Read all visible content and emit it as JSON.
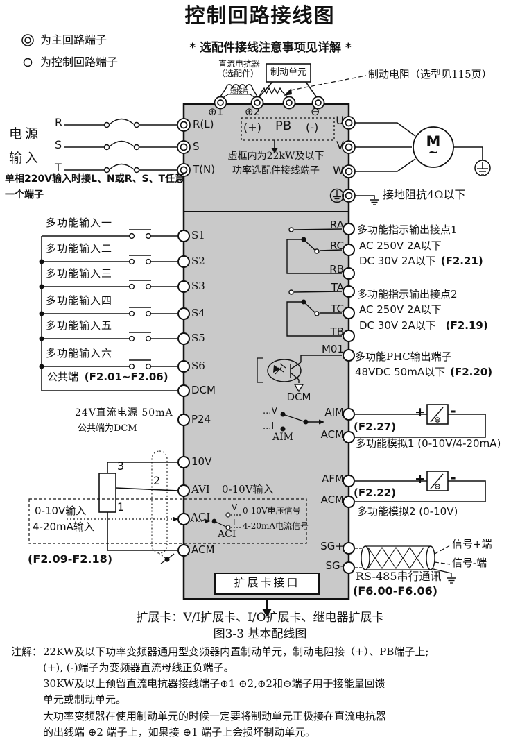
{
  "title": "控制回路接线图",
  "subtitle": "* 选配件接线注意事项见详解 *",
  "legend": {
    "main": "为主回路端子",
    "control": "为控制回路端子"
  },
  "top": {
    "dc_reactor_1": "直流电抗器",
    "dc_reactor_2": "（选配件）",
    "short_bar": "短接片",
    "brake_unit": "制动单元",
    "brake_resistor_note": "制动电阻（选型见115页）",
    "bus_plus1": "⊕1",
    "bus_plus2": "⊕2",
    "bus_minus": "⊖",
    "pb_plus": "(+)",
    "pb": "PB",
    "pb_minus": "(-)",
    "dashed_note_1": "虚框内为22kW及以下",
    "dashed_note_2": "功率选配件接线端子"
  },
  "power": {
    "label_1": "电源",
    "label_2": "输入",
    "phase_r": "R",
    "phase_s": "S",
    "phase_t": "T",
    "note_1": "单相220V输入时接L、N或R、S、T任意",
    "note_2": "一个端子",
    "term_r": "R(L)",
    "term_s": "S",
    "term_t": "T(N)"
  },
  "motor": {
    "m": "M",
    "tilde": "~"
  },
  "output": {
    "u": "U",
    "v": "V",
    "w": "W",
    "ground_note": "接地阻抗4Ω以下"
  },
  "digital_inputs": {
    "labels": [
      "多功能输入一",
      "多功能输入二",
      "多功能输入三",
      "多功能输入四",
      "多功能输入五",
      "多功能输入六"
    ],
    "terminals": [
      "S1",
      "S2",
      "S3",
      "S4",
      "S5",
      "S6"
    ],
    "common_label": "公共端",
    "common_ref": "(F2.01~F2.06)",
    "common_terminal": "DCM"
  },
  "relay1": {
    "t_a": "RA",
    "t_c": "RC",
    "t_b": "RB",
    "desc_1": "多功能指示输出接点1",
    "desc_2": "AC 250V 2A以下",
    "desc_3": "DC 30V 2A以下",
    "ref": "(F2.21)"
  },
  "relay2": {
    "t_a": "TA",
    "t_c": "TC",
    "t_b": "TB",
    "desc_1": "多功能指示输出接点2",
    "desc_2": "AC 250V 2A以下",
    "desc_3": "DC 30V 2A以下",
    "ref": "(F2.19)"
  },
  "phc": {
    "terminal": "M01",
    "dcm": "DCM",
    "desc_1": "多功能PHC输出端子",
    "desc_2": "48VDC  50mA以下",
    "ref": "(F2.20)"
  },
  "p24": {
    "terminal": "P24",
    "desc_1": "24V直流电源 50mA",
    "desc_2": "公共端为DCM"
  },
  "analog_out1": {
    "terminal": "AIM",
    "acm": "ACM",
    "sw_v": "...V",
    "sw_i": "...I",
    "sw_label": "AIM",
    "ref": "(F2.27)",
    "desc": "多功能模拟1 (0-10V/4-20mA)",
    "plus": "+",
    "minus": "-"
  },
  "analog_out2": {
    "terminal": "AFM",
    "acm": "ACM",
    "ref": "(F2.22)",
    "desc": "多功能模拟2 (0-10V)",
    "plus": "+",
    "minus": "-"
  },
  "analog_in": {
    "t_10v": "10V",
    "t_avi": "AVI",
    "avi_desc": "0-10V输入",
    "t_aci": "ACI",
    "t_acm": "ACM",
    "pot_3": "3",
    "pot_2": "2",
    "pot_1": "1",
    "box_1": "0-10V输入",
    "box_2": "4-20mA输入",
    "ref": "(F2.09-F2.18)",
    "sw_v": "V",
    "sw_v_desc": "0-10V电压信号",
    "sw_i": "I",
    "sw_i_desc": "4-20mA电流信号",
    "sw_label": "ACI"
  },
  "rs485": {
    "sg_p": "SG+",
    "sg_m": "SG-",
    "sig_p": "信号+端",
    "sig_m": "信号-端",
    "desc": "RS-485串行通讯",
    "ref": "(F6.00-F6.06)"
  },
  "expansion": {
    "port": "扩展卡接口",
    "desc": "扩展卡：V/I扩展卡、I/O扩展卡、继电器扩展卡"
  },
  "figure_caption": "图3-3 基本配线图",
  "notes": {
    "label": "注解：",
    "lines": [
      "22KW及以下功率变频器通用型变频器内置制动单元，制动电阻接（+）、PB端子上;",
      "(+), (-)端子为变频器直流母线正负端子。",
      "30KW及以上预留直流电抗器接线端子⊕1 ⊕2,⊕2和⊖端子用于接能量回馈",
      "单元或制动单元。",
      "大功率变频器在使用制动单元的时候一定要将制动单元正极接在直流电抗器",
      "的出线端 ⊕2 端子上，如果接 ⊕1 端子上会损坏制动单元。"
    ]
  },
  "colors": {
    "block_fill": "#c9c9c9",
    "line": "#111111",
    "background": "#ffffff"
  }
}
